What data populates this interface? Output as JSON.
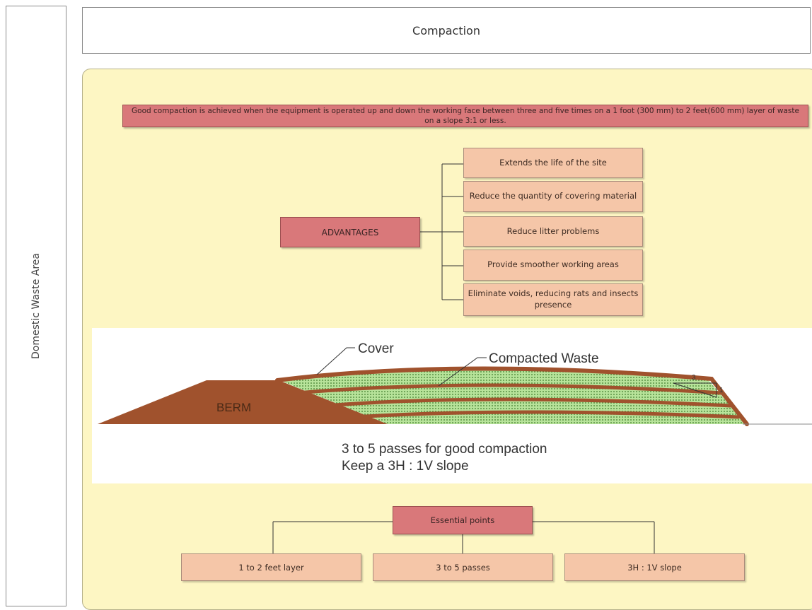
{
  "side_label": "Domestic Waste Area",
  "title": "Compaction",
  "intro_text": "Good compaction is achieved when the equipment is operated up and down the working face between three and five times on a 1 foot (300 mm) to 2 feet(600 mm) layer of waste on a slope 3:1 or less.",
  "advantages": {
    "label": "ADVANTAGES",
    "items": [
      "Extends the life of the site",
      "Reduce the quantity of covering material",
      "Reduce litter problems",
      "Provide smoother working areas",
      "Eliminate voids, reducing rats and insects presence"
    ]
  },
  "cross_section": {
    "cover_label": "Cover",
    "compacted_label": "Compacted Waste",
    "berm_label": "BERM",
    "slope_run": "3",
    "slope_rise": "1",
    "caption_line1": "3 to 5 passes for good compaction",
    "caption_line2": "Keep a 3H : 1V slope"
  },
  "essential": {
    "label": "Essential points",
    "items": [
      "1 to 2 feet layer",
      "3 to 5 passes",
      "3H : 1V slope"
    ]
  },
  "colors": {
    "panel": "#fdf6c3",
    "red_box": "#d9787a",
    "peach_box": "#f5c6a8",
    "soil": "#a0522d",
    "waste": "#b7e39a"
  }
}
